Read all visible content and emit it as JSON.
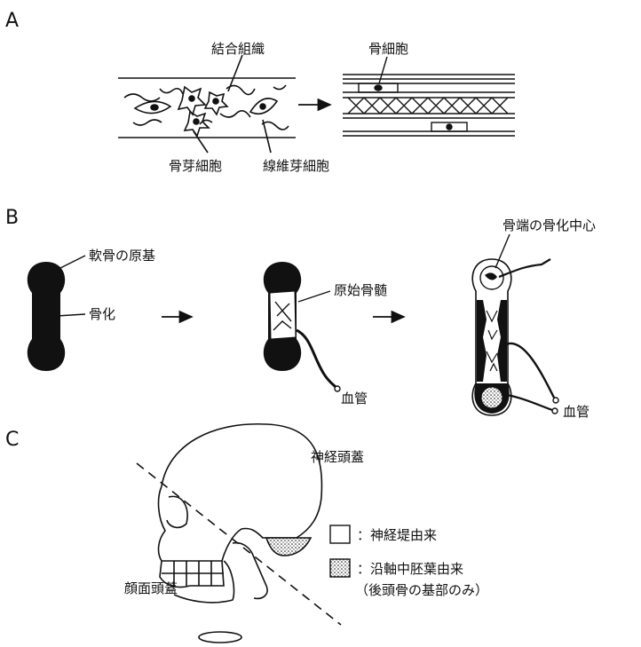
{
  "panel_a": {
    "letter": "A",
    "connective_tissue": "結合組織",
    "osteocyte": "骨細胞",
    "osteoblast": "骨芽細胞",
    "fibroblast": "線維芽細胞"
  },
  "panel_b": {
    "letter": "B",
    "cartilage_primordium": "軟骨の原基",
    "ossification": "骨化",
    "primitive_marrow": "原始骨髄",
    "blood_vessel_1": "血管",
    "epiphyseal_center": "骨端の骨化中心",
    "blood_vessel_2": "血管"
  },
  "panel_c": {
    "letter": "C",
    "neurocranium": "神経頭蓋",
    "viscerocranium": "顔面頭蓋",
    "legend": [
      {
        "label": "：神経堤由来",
        "swatch": "plain"
      },
      {
        "label": "：沿軸中胚葉由来",
        "swatch": "dotted"
      }
    ],
    "legend_note": "（後頭骨の基部のみ）"
  },
  "colors": {
    "ink": "#111111",
    "paper": "#ffffff"
  }
}
